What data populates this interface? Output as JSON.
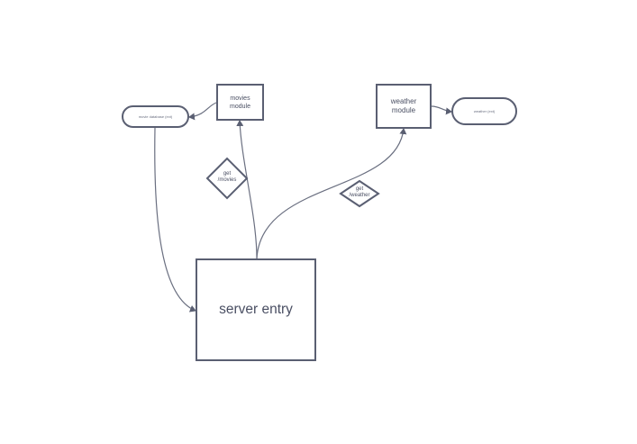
{
  "diagram": {
    "nodes": {
      "server_entry": "server entry",
      "movies_module": "movies\nmodule",
      "weather_module": "weather\nmodule",
      "left_pill": "movie database (ext)",
      "right_pill": "weather (ext)"
    },
    "decisions": {
      "get_movies": "get\n/movies",
      "get_weather": "get\n/weather"
    }
  },
  "colors": {
    "stroke": "#5a5f72",
    "text": "#4a4f63",
    "background": "#ffffff"
  }
}
